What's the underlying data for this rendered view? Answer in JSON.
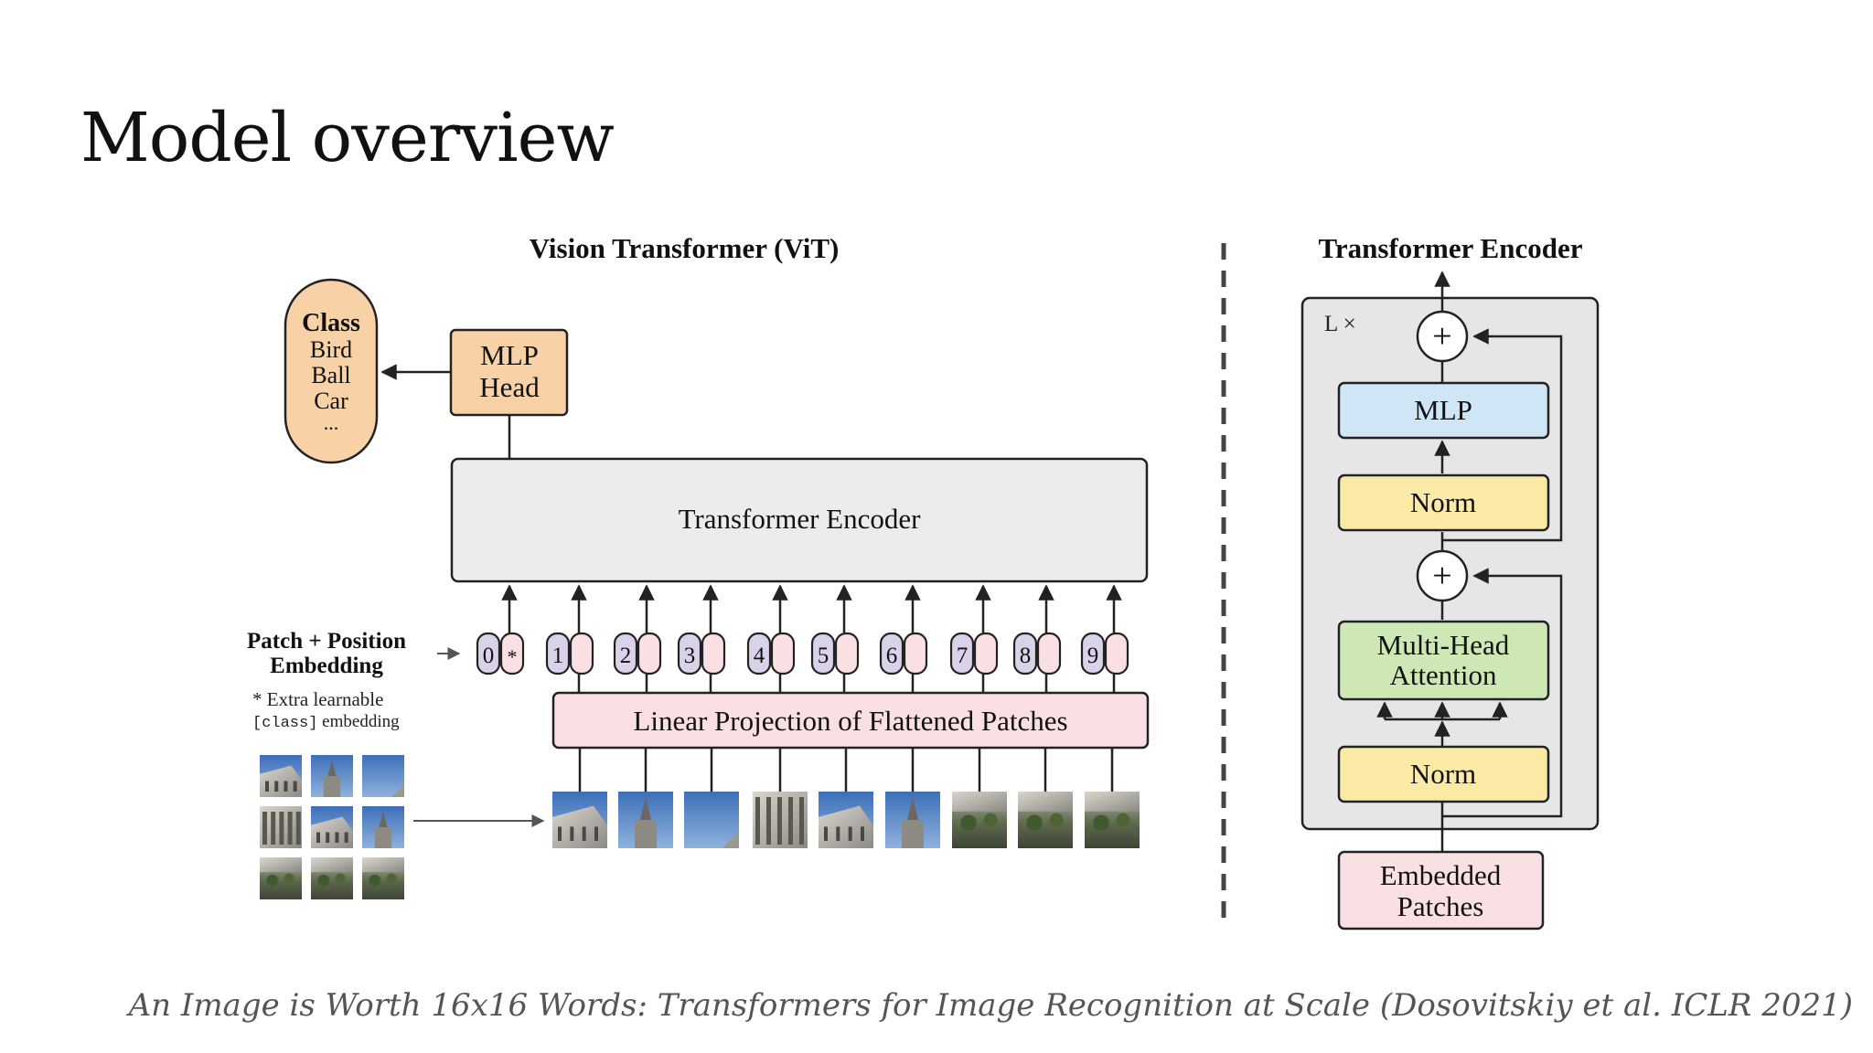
{
  "slide": {
    "title": "Model overview",
    "caption": "An Image is Worth 16x16 Words: Transformers for Image Recognition at Scale (Dosovitskiy et al. ICLR 2021)"
  },
  "vit": {
    "title": "Vision Transformer (ViT)",
    "class_box": {
      "heading": "Class",
      "items": [
        "Bird",
        "Ball",
        "Car",
        "..."
      ]
    },
    "mlp_head": [
      "MLP",
      "Head"
    ],
    "encoder_label": "Transformer Encoder",
    "embedding_label": [
      "Patch + Position",
      "Embedding"
    ],
    "extra_note": {
      "line1": "* Extra learnable",
      "code": "[class]",
      "rest": " embedding"
    },
    "tokens": [
      "0",
      "1",
      "2",
      "3",
      "4",
      "5",
      "6",
      "7",
      "8",
      "9"
    ],
    "class_token_mark": "*",
    "projection_label": "Linear Projection of Flattened Patches"
  },
  "encoder_detail": {
    "title": "Transformer Encoder",
    "repeat_label": "L ×",
    "plus_symbol": "+",
    "mlp": "MLP",
    "norm_top": "Norm",
    "attention": [
      "Multi-Head",
      "Attention"
    ],
    "norm_bottom": "Norm",
    "embedded": [
      "Embedded",
      "Patches"
    ]
  },
  "colors": {
    "orange": "#f8d2a6",
    "gray": "#ececec",
    "pink": "#fbe0e3",
    "lavender": "#d9d2e9",
    "blue": "#cfe6f6",
    "yellow": "#fbeaa6",
    "green": "#cde8b4",
    "outline": "#222222"
  }
}
